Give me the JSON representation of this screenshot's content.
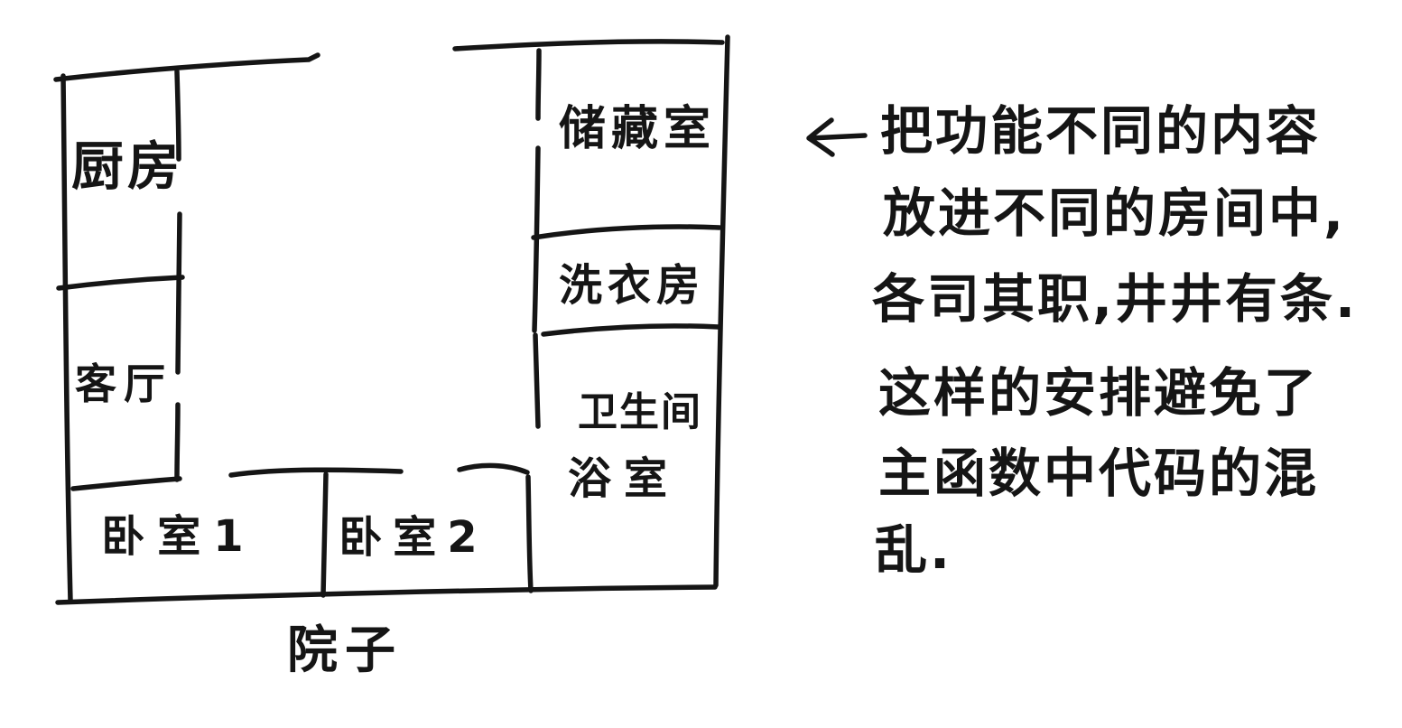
{
  "page": {
    "background_color": "#ffffff",
    "ink_color": "#151515"
  },
  "floor_plan": {
    "rooms": [
      {
        "name": "kitchen",
        "label": "厨房"
      },
      {
        "name": "living-room",
        "label": "客厅"
      },
      {
        "name": "bedroom-1",
        "label": "卧室1"
      },
      {
        "name": "bedroom-2",
        "label": "卧室2"
      },
      {
        "name": "storage-room",
        "label": "储藏室"
      },
      {
        "name": "laundry-room",
        "label": "洗衣房"
      },
      {
        "name": "bathroom",
        "label_line1": "卫生间",
        "label_line2": "浴室"
      },
      {
        "name": "courtyard",
        "label": "院子"
      }
    ]
  },
  "annotation": {
    "arrow_icon": "left-arrow",
    "lines": [
      "把功能不同的内容",
      "放进不同的房间中,",
      "各司其职,井井有条.",
      "这样的安排避免了",
      "主函数中代码的混",
      "乱."
    ]
  }
}
